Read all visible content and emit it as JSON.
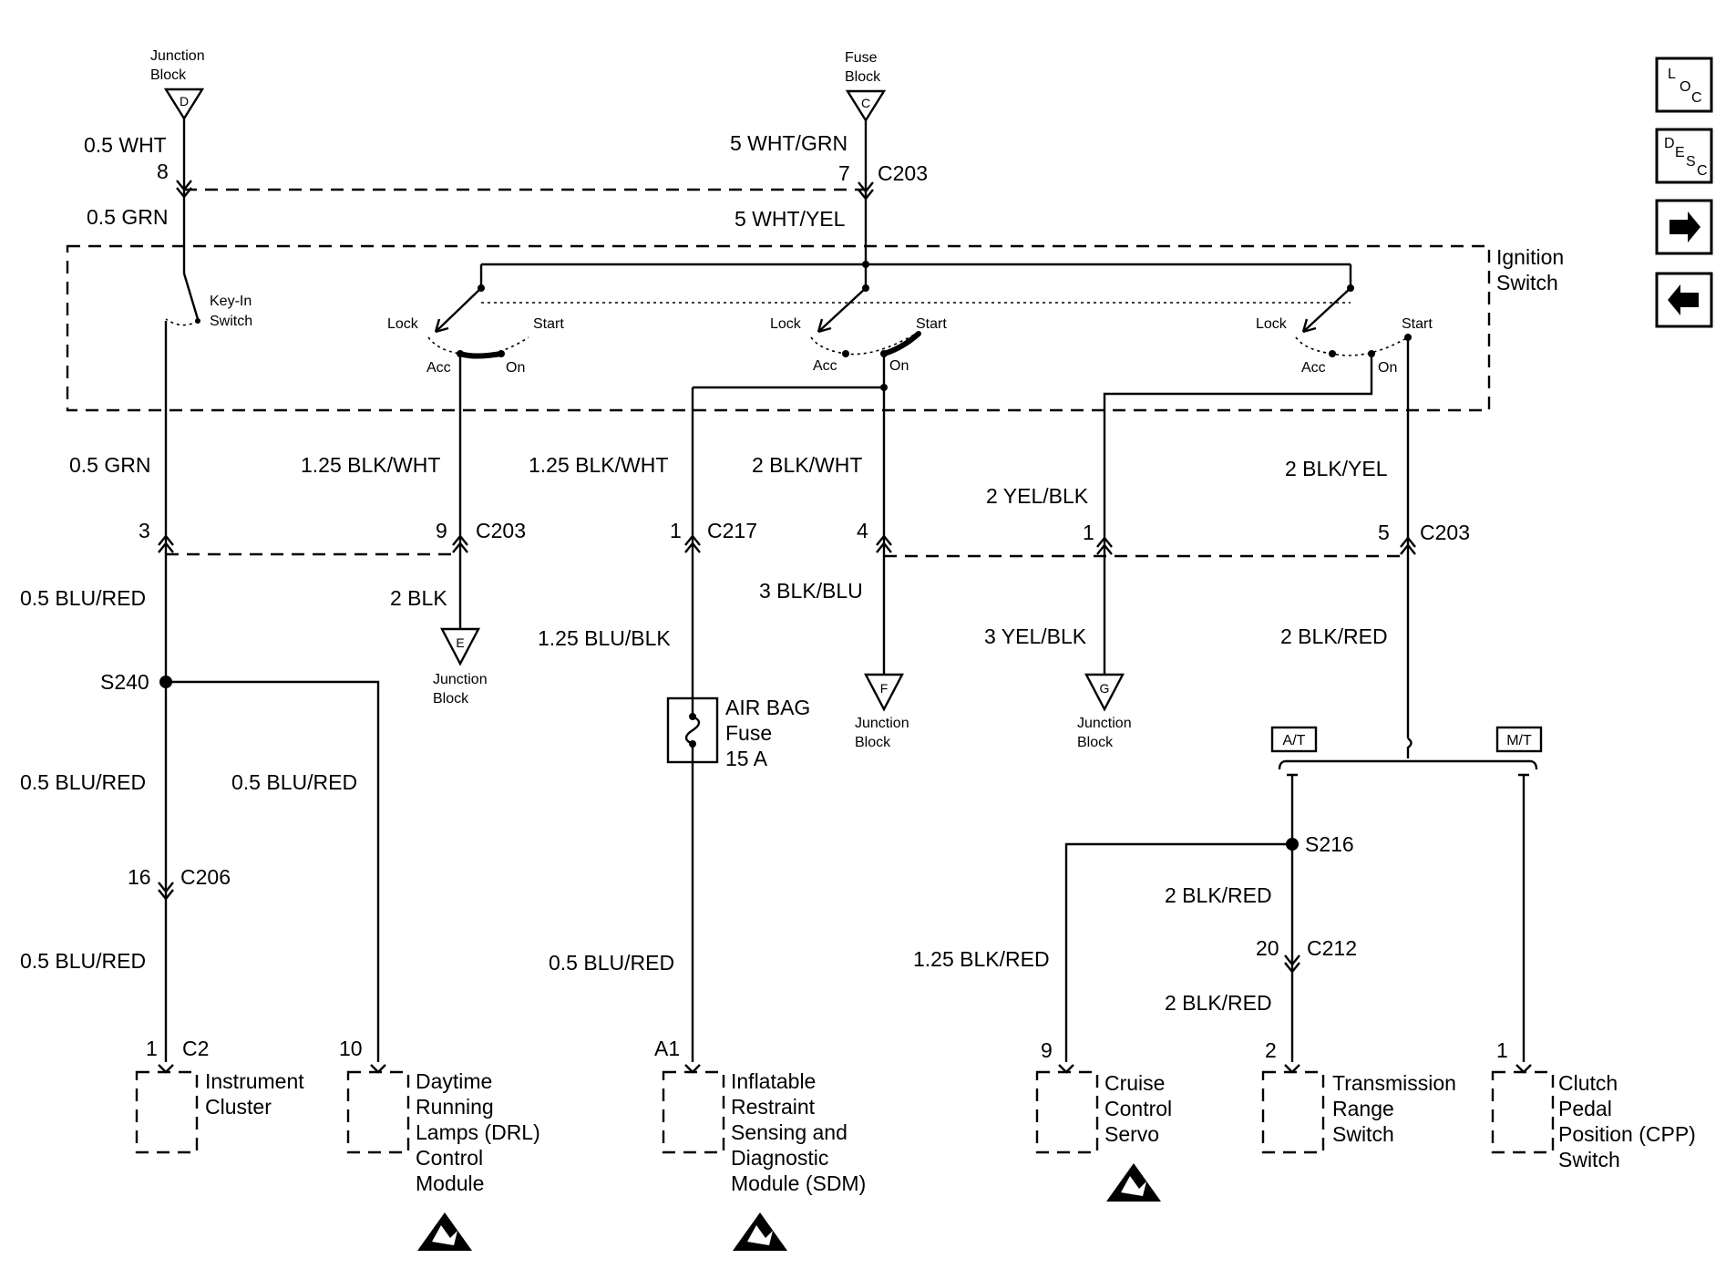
{
  "sources": {
    "junction_block_d": {
      "line1": "Junction",
      "line2": "Block",
      "letter": "D"
    },
    "fuse_block_c": {
      "line1": "Fuse",
      "line2": "Block",
      "letter": "C"
    }
  },
  "ignition_switch": {
    "line1": "Ignition",
    "line2": "Switch"
  },
  "key_in_switch": {
    "line1": "Key-In",
    "line2": "Switch"
  },
  "positions": {
    "lock": "Lock",
    "start": "Start",
    "acc": "Acc",
    "on": "On"
  },
  "wires": {
    "w_05wht": "0.5 WHT",
    "w_05grn_top": "0.5 GRN",
    "w_5whtgrn": "5 WHT/GRN",
    "w_5whtyel": "5 WHT/YEL",
    "w_05grn": "0.5 GRN",
    "w_125blkwht_a": "1.25 BLK/WHT",
    "w_125blkwht_b": "1.25 BLK/WHT",
    "w_2blkwht": "2 BLK/WHT",
    "w_2yelblk": "2 YEL/BLK",
    "w_2blkyel": "2 BLK/YEL",
    "w_05blured_1": "0.5 BLU/RED",
    "w_2blk": "2 BLK",
    "w_125blublk": "1.25 BLU/BLK",
    "w_3blkblu": "3 BLK/BLU",
    "w_3yelblk": "3 YEL/BLK",
    "w_2blkred_1": "2 BLK/RED",
    "w_05blured_2": "0.5 BLU/RED",
    "w_05blured_3": "0.5 BLU/RED",
    "w_05blured_4": "0.5 BLU/RED",
    "w_05blured_5": "0.5 BLU/RED",
    "w_2blkred_2": "2 BLK/RED",
    "w_125blkred": "1.25 BLK/RED",
    "w_2blkred_3": "2 BLK/RED"
  },
  "connectors": {
    "c203": "C203",
    "c217": "C217",
    "c206": "C206",
    "c212": "C212",
    "c2": "C2"
  },
  "pins": {
    "p8": "8",
    "p7": "7",
    "p3": "3",
    "p9": "9",
    "p1a": "1",
    "p4": "4",
    "p1b": "1",
    "p5": "5",
    "p16": "16",
    "p20": "20",
    "p1c": "1",
    "p10": "10",
    "pA1": "A1",
    "p9b": "9",
    "p2": "2",
    "p1d": "1"
  },
  "splices": {
    "s240": "S240",
    "s216": "S216"
  },
  "grounds": {
    "e": {
      "letter": "E",
      "line1": "Junction",
      "line2": "Block"
    },
    "f": {
      "letter": "F",
      "line1": "Junction",
      "line2": "Block"
    },
    "g": {
      "letter": "G",
      "line1": "Junction",
      "line2": "Block"
    }
  },
  "fuse": {
    "line1": "AIR BAG",
    "line2": "Fuse",
    "line3": "15 A"
  },
  "options": {
    "at": "A/T",
    "mt": "M/T"
  },
  "components": {
    "instrument_cluster": [
      "Instrument",
      "Cluster"
    ],
    "drl_module": [
      "Daytime",
      "Running",
      "Lamps (DRL)",
      "Control",
      "Module"
    ],
    "sdm": [
      "Inflatable",
      "Restraint",
      "Sensing and",
      "Diagnostic",
      "Module (SDM)"
    ],
    "cruise_servo": [
      "Cruise",
      "Control",
      "Servo"
    ],
    "trans_range": [
      "Transmission",
      "Range",
      "Switch"
    ],
    "cpp_switch": [
      "Clutch",
      "Pedal",
      "Position (CPP)",
      "Switch"
    ]
  },
  "nav_buttons": [
    {
      "name": "loc-button",
      "sup": "L",
      "main": "O",
      "sub": "C"
    },
    {
      "name": "desc-button",
      "sup": "D",
      "main": "E",
      "sub2": "S",
      "sub": "C"
    },
    {
      "name": "next-arrow-button",
      "icon": "right-arrow-icon"
    },
    {
      "name": "prev-arrow-button",
      "icon": "left-arrow-icon"
    }
  ]
}
